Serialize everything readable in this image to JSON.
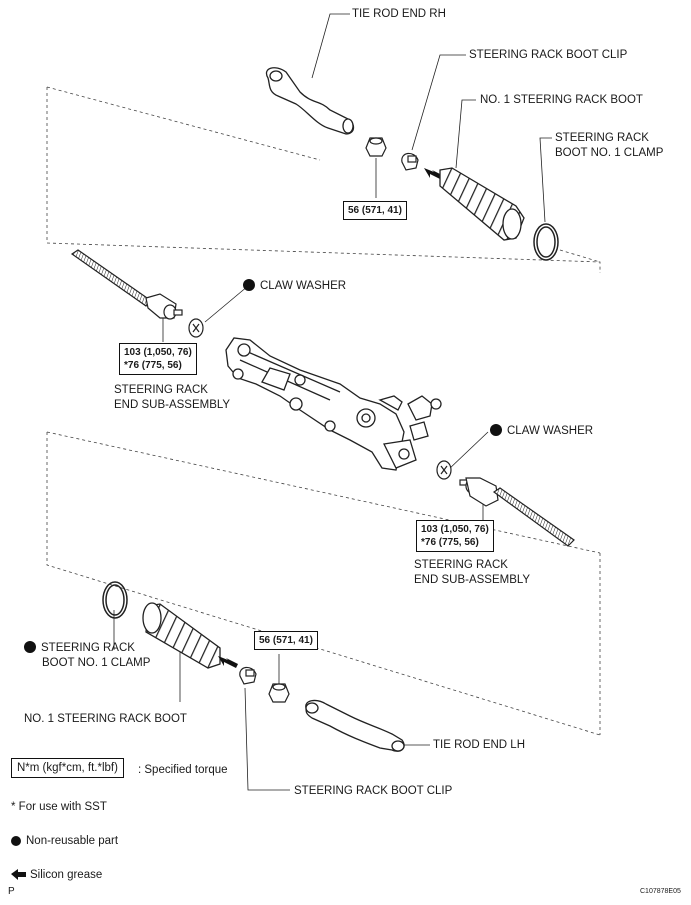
{
  "labels": {
    "tie_rod_end_rh": "TIE ROD END RH",
    "steering_rack_boot_clip_top": "STEERING RACK BOOT CLIP",
    "no1_steering_rack_boot_top": "NO. 1 STEERING RACK BOOT",
    "boot_clamp_top_line1": "STEERING RACK",
    "boot_clamp_top_line2": "BOOT NO. 1 CLAMP",
    "claw_washer_upper": "CLAW WASHER",
    "claw_washer_lower": "CLAW WASHER",
    "rack_end_left_line1": "STEERING RACK",
    "rack_end_left_line2": "END SUB-ASSEMBLY",
    "rack_end_right_line1": "STEERING RACK",
    "rack_end_right_line2": "END SUB-ASSEMBLY",
    "boot_clamp_bottom_line1": "STEERING RACK",
    "boot_clamp_bottom_line2": "BOOT NO. 1 CLAMP",
    "no1_steering_rack_boot_bottom": "NO. 1 STEERING RACK BOOT",
    "tie_rod_end_lh": "TIE ROD END LH",
    "steering_rack_boot_clip_bottom": "STEERING RACK BOOT CLIP"
  },
  "torque_specs": {
    "nut_top": "56 (571, 41)",
    "nut_bottom": "56 (571, 41)",
    "rack_end_left_line1": "103 (1,050, 76)",
    "rack_end_left_line2": "*76 (775, 56)",
    "rack_end_right_line1": "103 (1,050, 76)",
    "rack_end_right_line2": "*76 (775, 56)"
  },
  "legend": {
    "torque_unit": "N*m (kgf*cm, ft.*lbf)",
    "torque_desc": ": Specified torque",
    "sst_note": "* For use with SST",
    "non_reusable": "Non-reusable part",
    "silicon_grease": "Silicon grease"
  },
  "footer": {
    "corner_letter": "P",
    "figure_code": "C107878E05"
  }
}
